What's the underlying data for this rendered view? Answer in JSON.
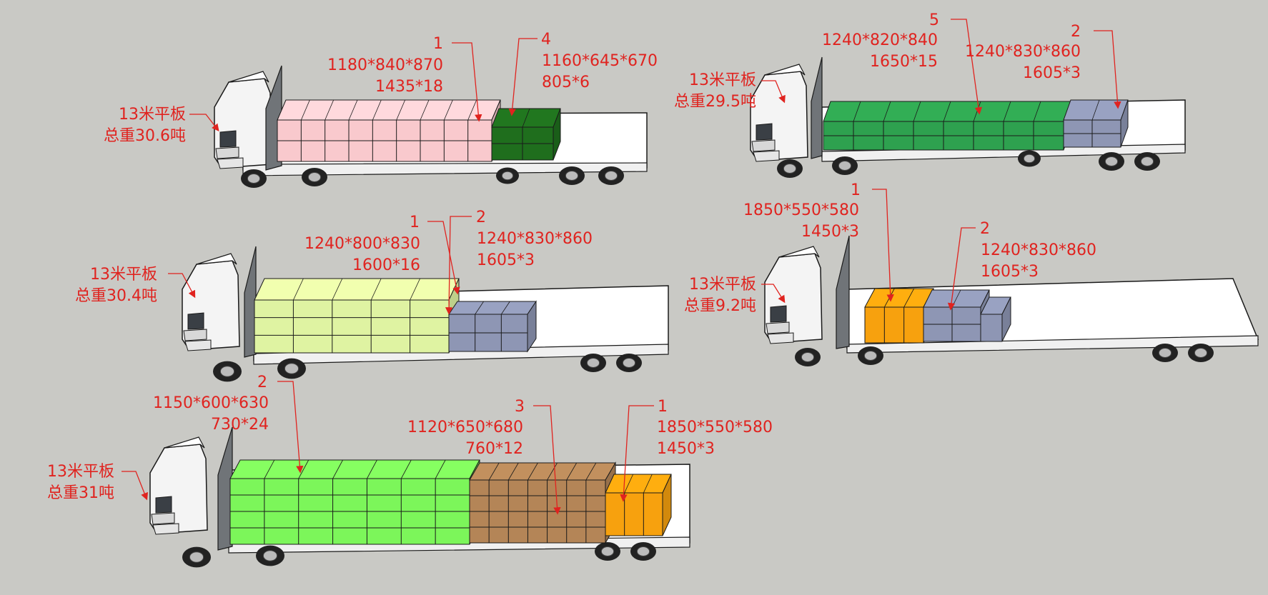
{
  "colors": {
    "background": "#c9c9c5",
    "annotation": "#e0231f",
    "bed": "#ffffff",
    "outline": "#1a1a1a",
    "pink": "#f9c9cd",
    "dark_green": "#1f6e1d",
    "mid_green": "#2ea14f",
    "lavender": "#8e96b4",
    "lime": "#dff3a2",
    "orange": "#f7a10e",
    "bright_green": "#7cf65a",
    "brown": "#b48557"
  },
  "trucks": [
    {
      "name": "13米平板",
      "weight": "总重30.6吨",
      "loads": [
        {
          "no": "1",
          "size": "1180*840*870",
          "qty": "1435*18"
        },
        {
          "no": "4",
          "size": "1160*645*670",
          "qty": "805*6"
        }
      ]
    },
    {
      "name": "13米平板",
      "weight": "总重29.5吨",
      "loads": [
        {
          "no": "5",
          "size": "1240*820*840",
          "qty": "1650*15"
        },
        {
          "no": "2",
          "size": "1240*830*860",
          "qty": "1605*3"
        }
      ]
    },
    {
      "name": "13米平板",
      "weight": "总重30.4吨",
      "loads": [
        {
          "no": "1",
          "size": "1240*800*830",
          "qty": "1600*16"
        },
        {
          "no": "2",
          "size": "1240*830*860",
          "qty": "1605*3"
        }
      ]
    },
    {
      "name": "13米平板",
      "weight": "总重9.2吨",
      "loads": [
        {
          "no": "1",
          "size": "1850*550*580",
          "qty": "1450*3"
        },
        {
          "no": "2",
          "size": "1240*830*860",
          "qty": "1605*3"
        }
      ]
    },
    {
      "name": "13米平板",
      "weight": "总重31吨",
      "loads": [
        {
          "no": "2",
          "size": "1150*600*630",
          "qty": "730*24"
        },
        {
          "no": "3",
          "size": "1120*650*680",
          "qty": "760*12"
        },
        {
          "no": "1",
          "size": "1850*550*580",
          "qty": "1450*3"
        }
      ]
    }
  ]
}
